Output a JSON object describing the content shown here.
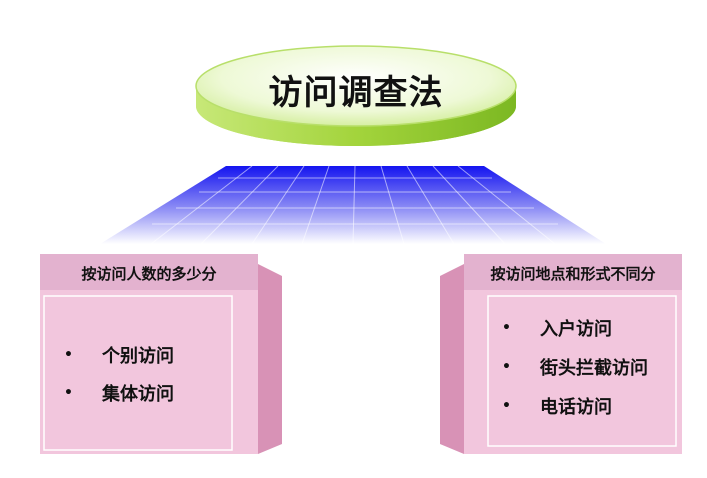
{
  "title": "访问调查法",
  "left_branch": {
    "label": "按访问人数的多少分",
    "items": [
      "个别访问",
      "集体访问"
    ]
  },
  "right_branch": {
    "label": "按访问地点和形式不同分",
    "items": [
      "入户访问",
      "街头拦截访问",
      "电话访问"
    ]
  },
  "bullet_symbol": "•",
  "colors": {
    "ellipse_top": "#e6f7c0",
    "ellipse_side": "#9acd32",
    "grid_top": "#1010ee",
    "panel_fill": "#f2c4dc",
    "panel_side": "#d98cb3",
    "label_bar": "#e3b2cf"
  }
}
